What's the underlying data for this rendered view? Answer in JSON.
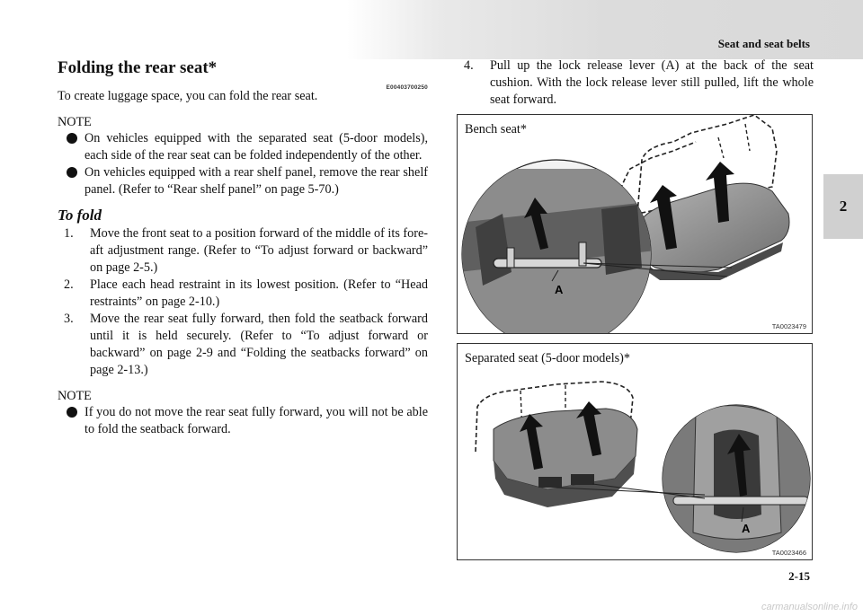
{
  "header": {
    "running_head": "Seat and seat belts",
    "side_tab": "2"
  },
  "section": {
    "title": "Folding the rear seat*",
    "code": "E00403700250",
    "intro": "To create luggage space, you can fold the rear seat."
  },
  "note1": {
    "label": "NOTE",
    "items": [
      "On vehicles equipped with the separated seat (5-door models), each side of the rear seat can be folded independently of the other.",
      "On vehicles equipped with a rear shelf panel, remove the rear shelf panel. (Refer to “Rear shelf panel” on page 5-70.)"
    ]
  },
  "to_fold": {
    "heading": "To fold",
    "steps": [
      {
        "num": "1.",
        "text": "Move the front seat to a position forward of the middle of its fore-aft adjustment range. (Refer to “To adjust forward or backward” on page 2-5.)"
      },
      {
        "num": "2.",
        "text": "Place each head restraint in its lowest position. (Refer to “Head restraints” on page 2-10.)"
      },
      {
        "num": "3.",
        "text": "Move the rear seat fully forward, then fold the seatback forward until it is held securely. (Refer to “To adjust forward or backward” on page 2-9 and “Folding the seatbacks forward” on page 2-13.)"
      }
    ]
  },
  "note2": {
    "label": "NOTE",
    "items": [
      "If you do not move the rear seat fully forward, you will not be able to fold the seatback forward."
    ]
  },
  "step4": {
    "num": "4.",
    "text": "Pull up the lock release lever (A) at the back of the seat cushion. With the lock release lever still pulled, lift the whole seat forward."
  },
  "figures": [
    {
      "caption": "Bench seat*",
      "code": "TA0023479",
      "callout": "A"
    },
    {
      "caption": "Separated seat (5-door models)*",
      "code": "TA0023466",
      "callout": "A"
    }
  ],
  "footer": {
    "page_number": "2-15",
    "watermark": "carmanualsonline.info"
  }
}
